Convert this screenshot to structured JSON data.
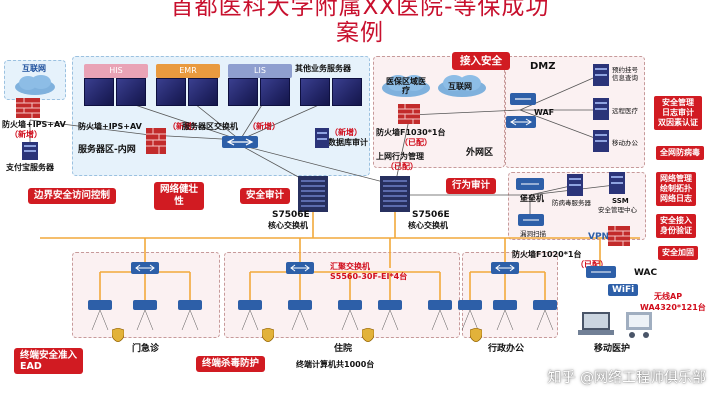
{
  "title": {
    "line1": "首都医科大学附属XX医院-等保成功",
    "line2": "案例"
  },
  "zones": {
    "internet_left": "互联网",
    "his": "HIS",
    "emr": "EMR",
    "lis": "LIS",
    "other_servers": "其他业务服务器",
    "medical_cloud": "医保区域医疗",
    "internet_right": "互联网",
    "dmz": "DMZ",
    "waf": "WAF",
    "extranet": "外网区",
    "lab_service": "预约挂号信息查询",
    "remote_medical": "远程医疗",
    "mobile_office": "移动办公"
  },
  "labels": {
    "fw_left": "防火墙+IPS+AV",
    "fw_left_new": "（新增）",
    "alipay_server": "支付宝服务器",
    "fw_intranet": "防火墙+IPS+AV",
    "fw_intranet_new": "（新增）",
    "server_zone": "服务器区-内网",
    "server_switch": "服务器区交换机",
    "server_switch_new": "（新增）",
    "db_audit_new": "（新增）",
    "db_audit": "数据库审计",
    "fw_f1030": "防火墙F1030*1台",
    "fw_f1030_had": "（已配）",
    "behavior_mgmt": "上网行为管理",
    "behavior_mgmt_had": "（已配）",
    "core_left": "S7506E",
    "core_left_sub": "核心交换机",
    "core_right": "S7506E",
    "core_right_sub": "核心交换机",
    "bastion": "堡垒机",
    "antivirus_server": "防病毒服务器",
    "ssm": "SSM",
    "ssm_sub": "安全管理中心",
    "vuln_scan": "漏洞扫描",
    "vpn": "VPN",
    "fw_f1020": "防火墙F1020*1台",
    "fw_f1020_had": "（已配）",
    "agg_switch": "汇聚交换机",
    "agg_switch_model": "S5560-30F-EI*4台",
    "wac": "WAC",
    "wifi": "WiFi",
    "ap_title": "无线AP",
    "ap_model": "WA4320*121台",
    "outpatient": "门急诊",
    "inpatient": "住院",
    "admin_office": "行政办公",
    "mobile_medical": "移动医护",
    "terminals": "终端计算机共1000台"
  },
  "callouts": {
    "access_security": "接入安全",
    "boundary_access": "边界安全访问控制",
    "network_robust": "网络健壮\n性",
    "security_audit": "安全审计",
    "behavior_audit": "行为审计",
    "security_mgmt": "安全管理\n日志审计\n双因素认证",
    "full_antivirus": "全网防病毒",
    "network_mgmt": "网络管理\n绘制拓扑\n网络日志",
    "secure_access": "安全接入\n身份验证",
    "security_hardening": "安全加固",
    "terminal_admission": "终端安全准入\nEAD",
    "terminal_antivirus": "终端杀毒防护"
  },
  "watermark": "知乎 @网络工程师俱乐部"
}
